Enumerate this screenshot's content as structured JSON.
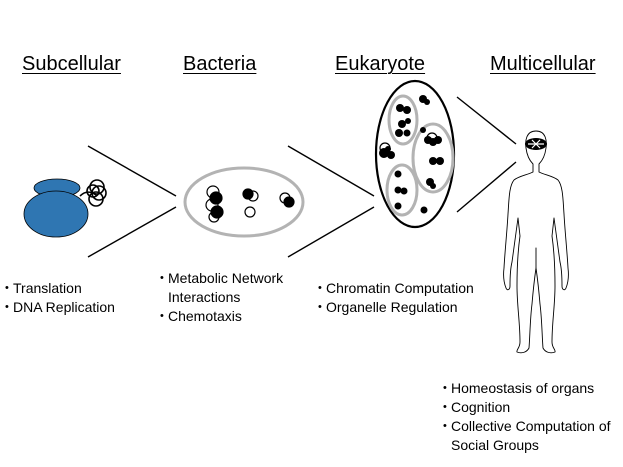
{
  "stages": [
    {
      "title": "Subcellular",
      "items": [
        "Translation",
        "DNA Replication"
      ]
    },
    {
      "title": "Bacteria",
      "items": [
        "Metabolic Network Interactions",
        "Chemotaxis"
      ]
    },
    {
      "title": "Eukaryote",
      "items": [
        "Chromatin Computation",
        "Organelle Regulation"
      ]
    },
    {
      "title": "Multicellular",
      "items": [
        "Homeostasis of organs",
        "Cognition",
        "Collective Computation of Social Groups"
      ]
    }
  ],
  "colors": {
    "ribosome": "#2f76b2",
    "cell_outline": "#b3b3b3",
    "ink": "#000000"
  }
}
